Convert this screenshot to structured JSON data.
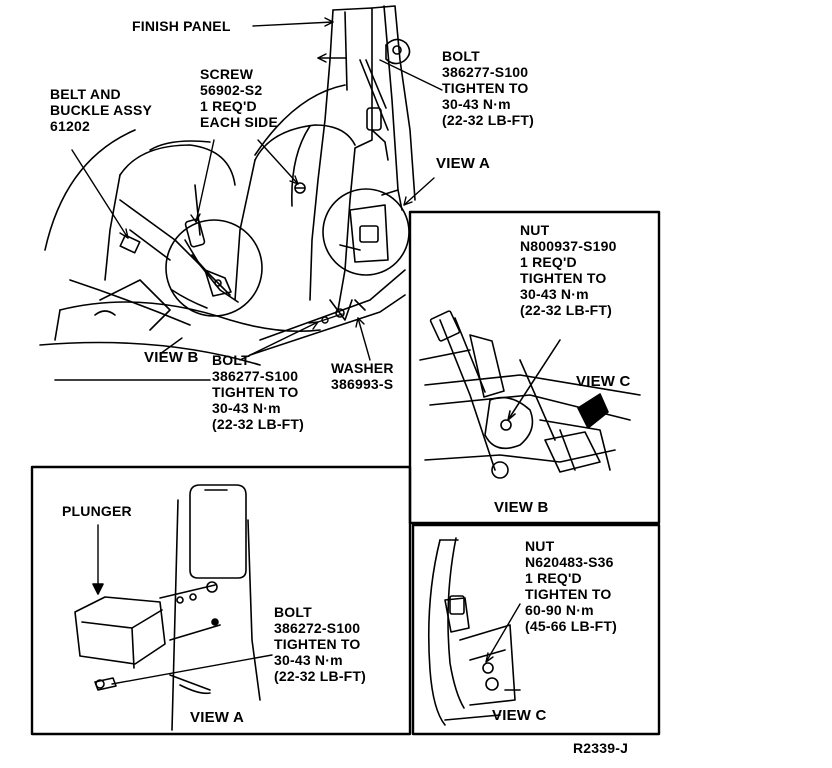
{
  "callouts": {
    "finish_panel": "FINISH PANEL",
    "belt_and_buckle": [
      "BELT AND",
      "BUCKLE ASSY",
      "61202"
    ],
    "screw": [
      "SCREW",
      "56902-S2",
      "1 REQ'D",
      "EACH SIDE"
    ],
    "bolt_upper": [
      "BOLT",
      "386277-S100",
      "TIGHTEN TO",
      "30-43 N·m",
      "(22-32 LB-FT)"
    ],
    "bolt_lower": [
      "BOLT",
      "386277-S100",
      "TIGHTEN TO",
      "30-43 N·m",
      "(22-32 LB-FT)"
    ],
    "washer": [
      "WASHER",
      "386993-S"
    ],
    "nut_view_b": [
      "NUT",
      "N800937-S190",
      "1 REQ'D",
      "TIGHTEN TO",
      "30-43 N·m",
      "(22-32 LB-FT)"
    ],
    "plunger": "PLUNGER",
    "bolt_view_a": [
      "BOLT",
      "386272-S100",
      "TIGHTEN TO",
      "30-43 N·m",
      "(22-32 LB-FT)"
    ],
    "nut_view_c": [
      "NUT",
      "N620483-S36",
      "1 REQ'D",
      "TIGHTEN TO",
      "60-90 N·m",
      "(45-66 LB-FT)"
    ]
  },
  "view_titles": {
    "view_a_marker": "VIEW A",
    "view_b_marker": "VIEW B",
    "view_c_marker": "VIEW C",
    "view_a_panel": "VIEW A",
    "view_b_panel": "VIEW B",
    "view_c_panel": "VIEW C"
  },
  "figure_ref": "R2339-J"
}
